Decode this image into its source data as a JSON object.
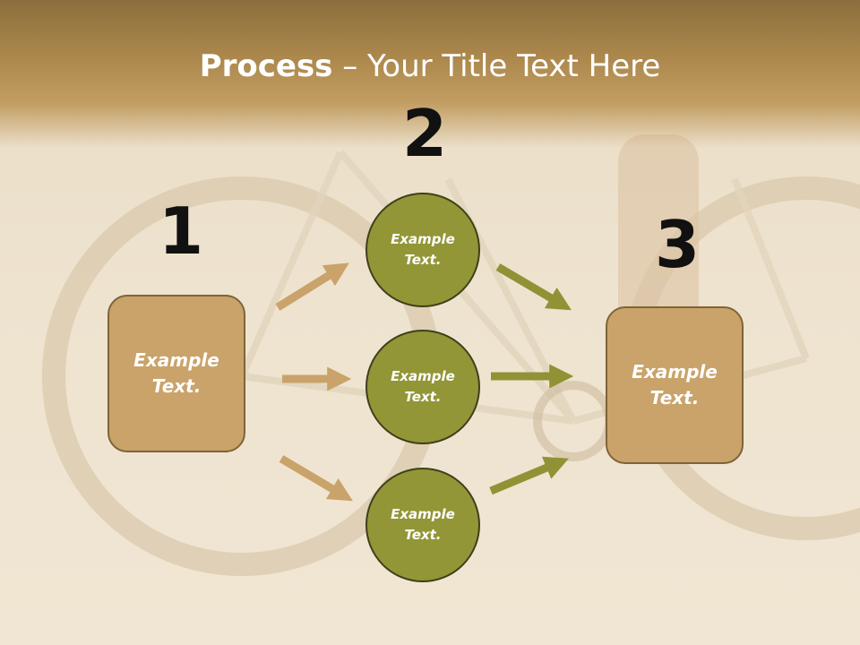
{
  "title": {
    "bold": "Process",
    "rest": " – Your Title Text Here"
  },
  "numbers": [
    "1",
    "2",
    "3"
  ],
  "left_box": {
    "label": "Example Text."
  },
  "circles": [
    {
      "label": "Example Text."
    },
    {
      "label": "Example Text."
    },
    {
      "label": "Example Text."
    }
  ],
  "right_box": {
    "label": "Example Text."
  },
  "colors": {
    "box_fill": "#c9a36a",
    "circle_fill": "#929636",
    "left_arrow": "#c9a36a",
    "right_arrow": "#8f9335"
  }
}
